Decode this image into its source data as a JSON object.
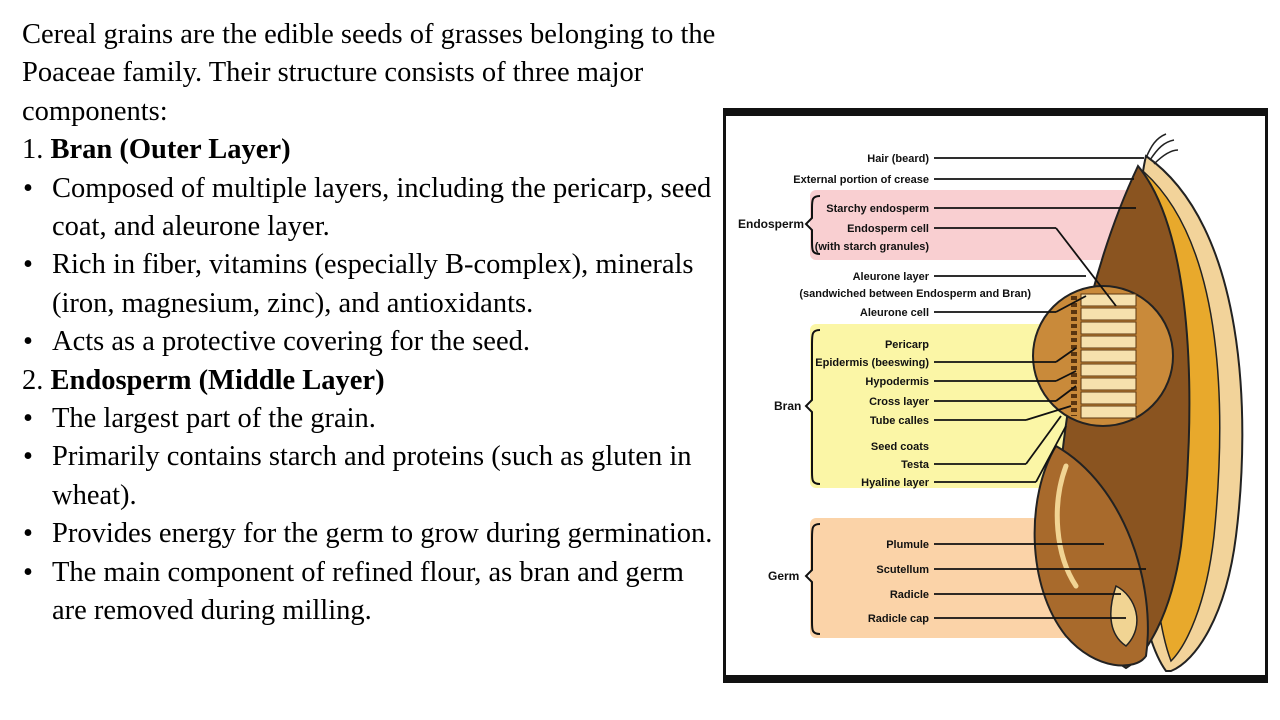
{
  "intro": "Cereal grains are the edible seeds of grasses belonging to the Poaceae family. Their structure consists of three major components:",
  "sections": [
    {
      "number": "1.",
      "title": "Bran (Outer Layer)",
      "bullets": [
        "Composed of multiple layers, including the pericarp, seed coat, and aleurone layer.",
        "Rich in fiber, vitamins (especially B-complex), minerals (iron, magnesium, zinc), and antioxidants.",
        "Acts as a protective covering for the seed."
      ]
    },
    {
      "number": "2.",
      "title": "Endosperm (Middle Layer)",
      "bullets": [
        "The largest part of the grain.",
        "Primarily contains starch and proteins (such as gluten in wheat).",
        "Provides energy for the germ to grow during germination.",
        "The main component of refined flour, as bran and germ are removed during milling."
      ]
    }
  ],
  "bullet_glyph": "•",
  "diagram": {
    "top_labels": [
      "Hair (beard)",
      "External portion of crease"
    ],
    "endosperm_group": "Endosperm",
    "endosperm_labels": [
      "Starchy endosperm",
      "Endosperm cell",
      "(with starch granules)"
    ],
    "aleurone_labels": [
      "Aleurone layer",
      "(sandwiched between Endosperm and Bran)",
      "Aleurone cell"
    ],
    "bran_group": "Bran",
    "bran_labels": [
      "Pericarp",
      "Epidermis (beeswing)",
      "Hypodermis",
      "Cross layer",
      "Tube calles",
      "Seed coats",
      "Testa",
      "Hyaline layer"
    ],
    "germ_group": "Germ",
    "germ_labels": [
      "Plumule",
      "Scutellum",
      "Radicle",
      "Radicle cap"
    ],
    "colors": {
      "endosperm_band": "#f9cfd1",
      "bran_band": "#fbf6a6",
      "germ_band": "#fbd3a8",
      "grain_dark": "#8a5420",
      "grain_light": "#f2d39a",
      "grain_gold": "#e8a92c"
    }
  }
}
